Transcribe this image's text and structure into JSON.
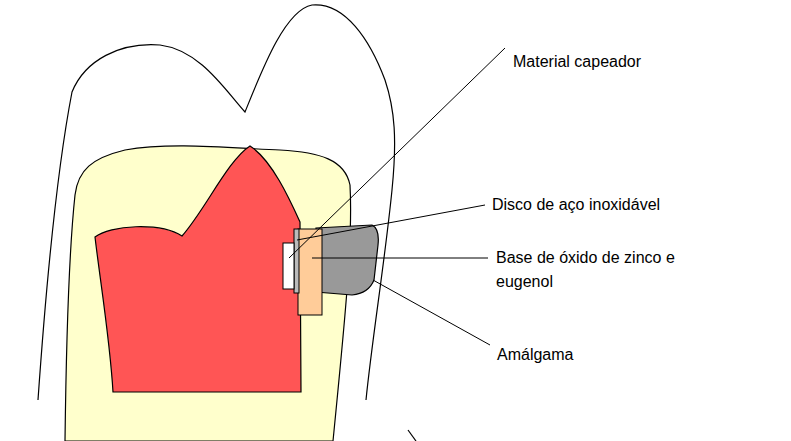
{
  "diagram": {
    "labels": [
      "Material capeador",
      "Disco de aço inoxidável",
      "Base de óxido de zinco e eugenol",
      "Amálgama"
    ]
  }
}
